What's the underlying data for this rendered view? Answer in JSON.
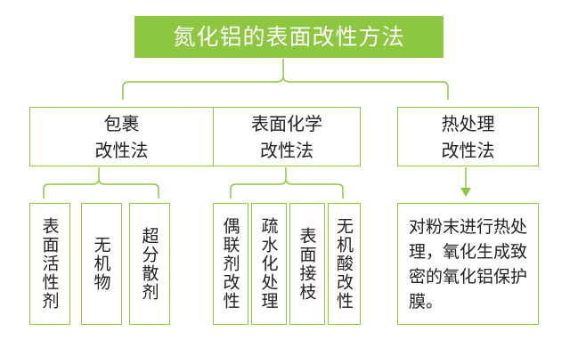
{
  "title": "氮化铝的表面改性方法",
  "categories": [
    {
      "line1": "包裹",
      "line2": "改性法"
    },
    {
      "line1": "表面化学",
      "line2": "改性法"
    },
    {
      "line1": "热处理",
      "line2": "改性法"
    }
  ],
  "methods": [
    {
      "label": "表面活性剂"
    },
    {
      "label": "无机物"
    },
    {
      "label": "超分散剂"
    },
    {
      "label": "偶联剂改性"
    },
    {
      "label": "疏水化处理"
    },
    {
      "label": "表面接枝"
    },
    {
      "label": "无机酸改性"
    }
  ],
  "heat_treatment_description": "对粉末进行热处理，氧化生成致密的氧化铝保护膜。",
  "colors": {
    "accent": "#8dc63f",
    "text": "#222222",
    "background": "#ffffff"
  }
}
